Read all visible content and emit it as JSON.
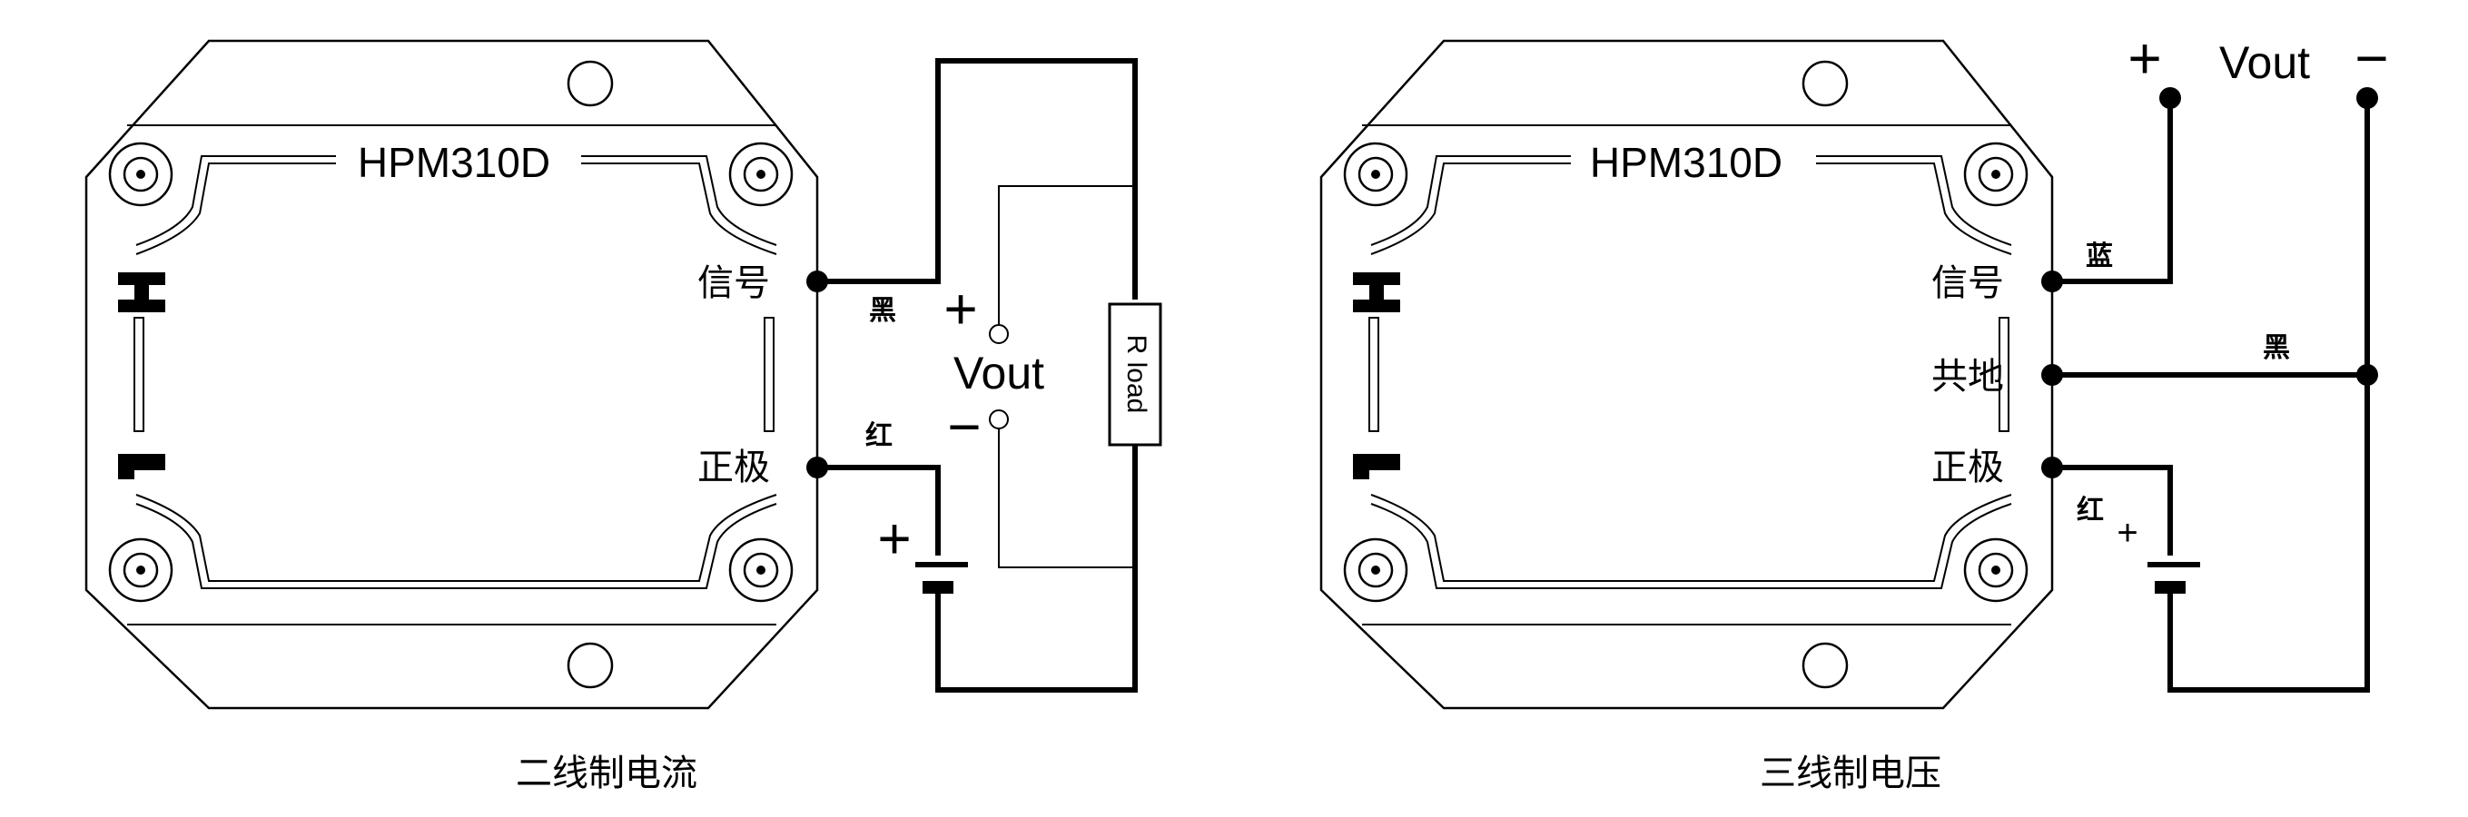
{
  "left_diagram": {
    "model": "HPM310D",
    "terminal_signal": "信号",
    "terminal_positive": "正极",
    "wire_black": "黑",
    "wire_red": "红",
    "plus": "+",
    "minus": "−",
    "vout": "Vout",
    "resistor": "R load",
    "battery_plus": "+",
    "caption": "二线制电流"
  },
  "right_diagram": {
    "model": "HPM310D",
    "terminal_signal": "信号",
    "terminal_ground": "共地",
    "terminal_positive": "正极",
    "wire_blue": "蓝",
    "wire_black": "黑",
    "wire_red": "红",
    "plus": "+",
    "minus": "−",
    "vout": "Vout",
    "battery_plus": "+",
    "caption": "三线制电压"
  }
}
